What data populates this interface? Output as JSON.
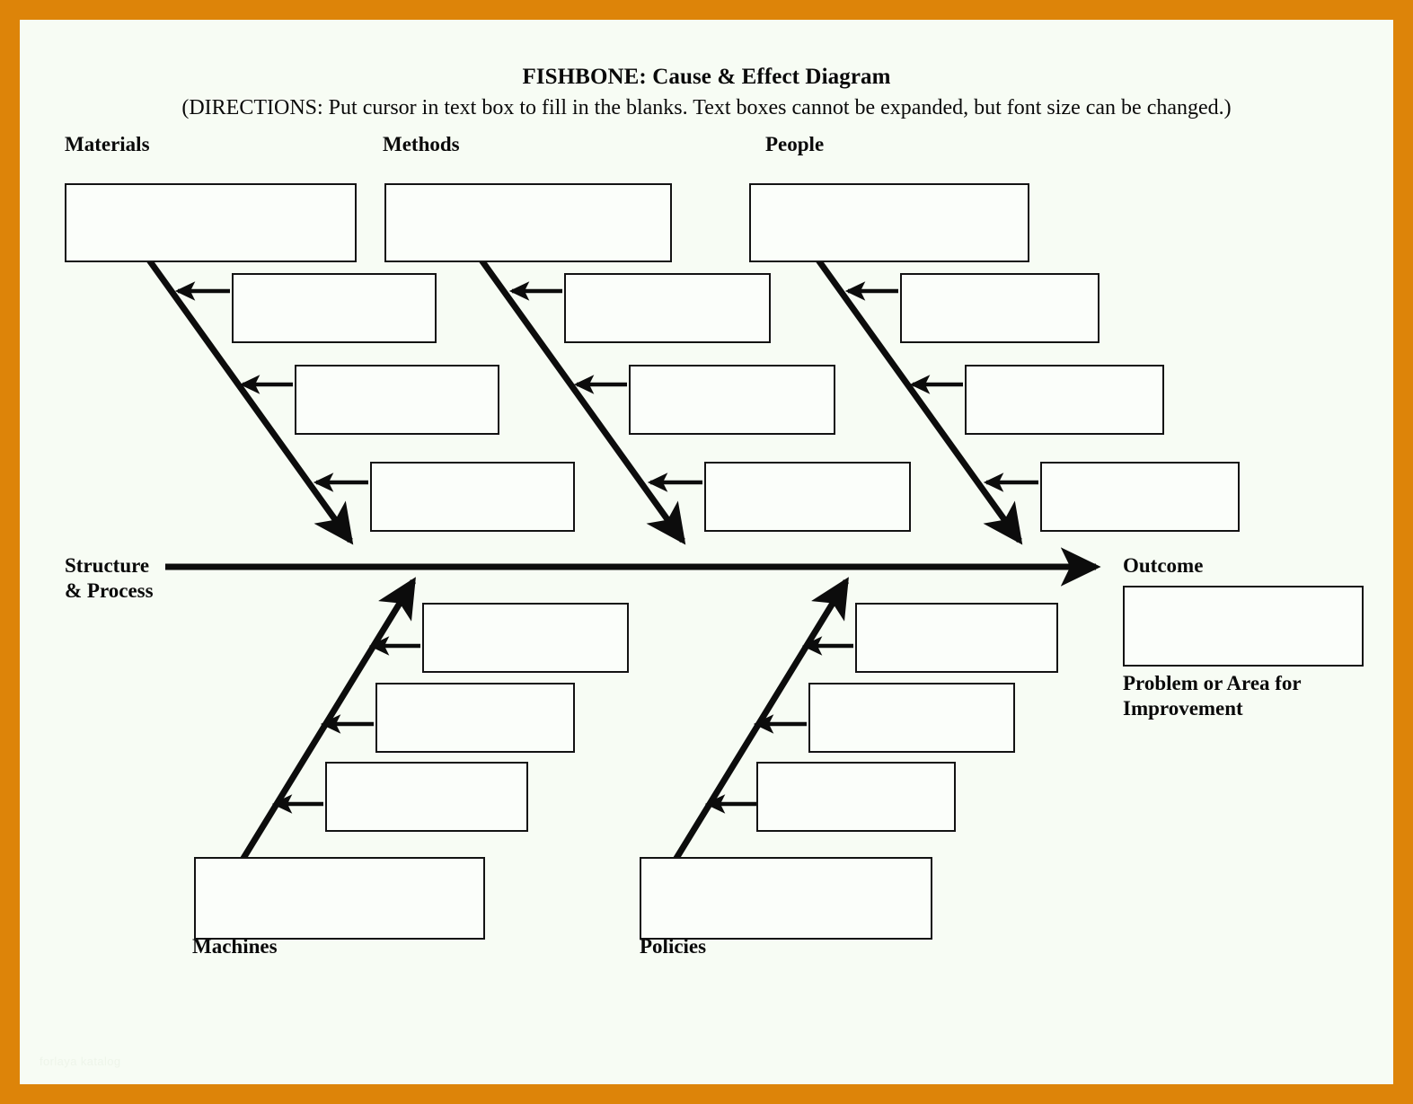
{
  "page": {
    "title": "FISHBONE: Cause & Effect Diagram",
    "directions": "(DIRECTIONS: Put cursor in text box to fill in the blanks.  Text boxes cannot be expanded, but font size can be changed.)",
    "watermark": "forlaya katalog",
    "border_color": "#dd8409",
    "paper_color": "#f7fcf4",
    "ink_color": "#131313"
  },
  "diagram": {
    "type": "fishbone",
    "spine_label_left": "Structure\n& Process",
    "spine_label_right": "Outcome",
    "outcome_caption": "Problem or Area for\nImprovement",
    "categories": [
      {
        "name": "Materials",
        "label": "Materials",
        "side": "top",
        "header_box_value": "",
        "cause_boxes": [
          {
            "value": ""
          },
          {
            "value": ""
          },
          {
            "value": ""
          }
        ]
      },
      {
        "name": "Methods",
        "label": "Methods",
        "side": "top",
        "header_box_value": "",
        "cause_boxes": [
          {
            "value": ""
          },
          {
            "value": ""
          },
          {
            "value": ""
          }
        ]
      },
      {
        "name": "People",
        "label": "People",
        "side": "top",
        "header_box_value": "",
        "cause_boxes": [
          {
            "value": ""
          },
          {
            "value": ""
          },
          {
            "value": ""
          }
        ]
      },
      {
        "name": "Machines",
        "label": "Machines",
        "side": "bottom",
        "header_box_value": "",
        "cause_boxes": [
          {
            "value": ""
          },
          {
            "value": ""
          },
          {
            "value": ""
          }
        ]
      },
      {
        "name": "Policies",
        "label": "Policies",
        "side": "bottom",
        "header_box_value": "",
        "cause_boxes": [
          {
            "value": ""
          },
          {
            "value": ""
          },
          {
            "value": ""
          }
        ]
      }
    ],
    "outcome_box_value": ""
  }
}
